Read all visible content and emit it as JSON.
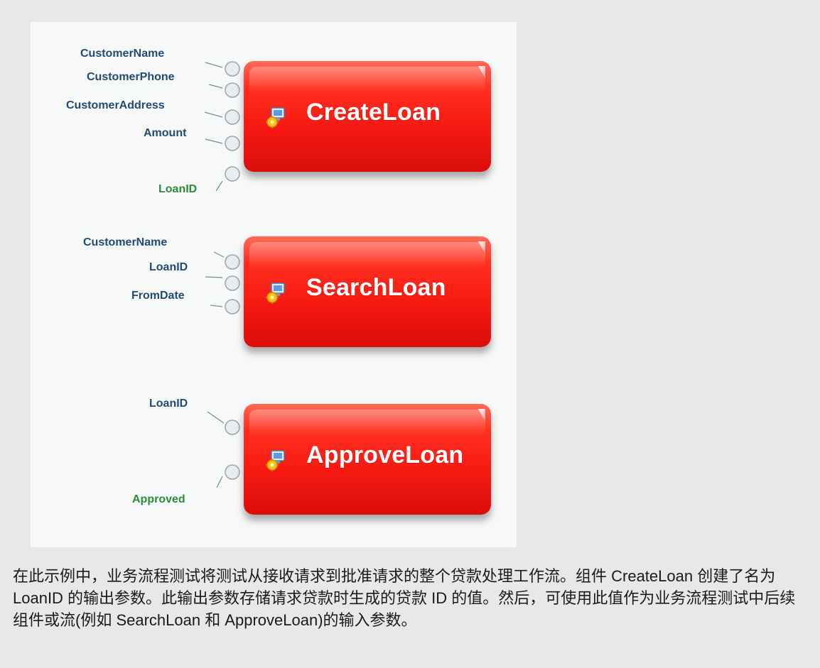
{
  "components": [
    {
      "title": "CreateLoan",
      "inputs": [
        "CustomerName",
        "CustomerPhone",
        "CustomerAddress",
        "Amount"
      ],
      "outputs": [
        "LoanID"
      ]
    },
    {
      "title": "SearchLoan",
      "inputs": [
        "CustomerName",
        "LoanID",
        "FromDate"
      ],
      "outputs": []
    },
    {
      "title": "ApproveLoan",
      "inputs": [
        "LoanID"
      ],
      "outputs": [
        "Approved"
      ]
    }
  ],
  "caption": "在此示例中，业务流程测试将测试从接收请求到批准请求的整个贷款处理工作流。组件 CreateLoan 创建了名为 LoanID 的输出参数。此输出参数存储请求贷款时生成的贷款 ID 的值。然后，可使用此值作为业务流程测试中后续组件或流(例如 SearchLoan 和 ApproveLoan)的输入参数。",
  "colors": {
    "page_bg": "#e7e8e9",
    "diagram_bg": "#f7f8f8",
    "component_fill": "#f81a12",
    "input_label": "#244a78",
    "output_label": "#2b8d3b"
  },
  "icons": [
    "component-icon",
    "input-port-icon",
    "output-port-icon"
  ]
}
